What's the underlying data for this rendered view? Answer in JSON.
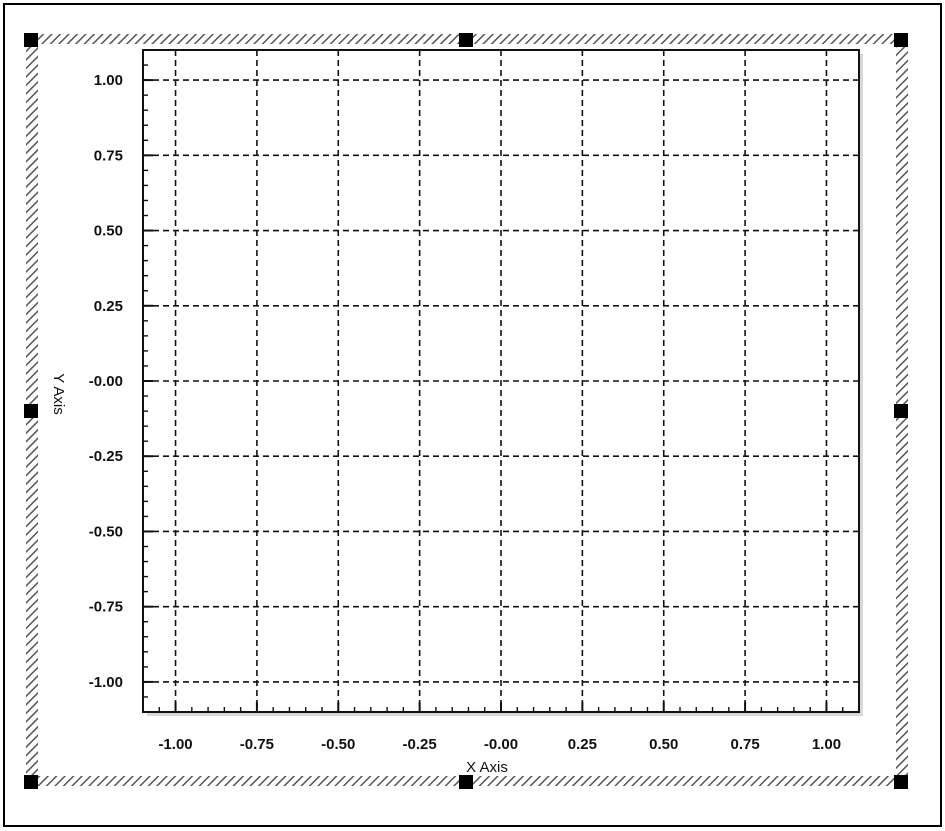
{
  "colors": {
    "frame": "#000000",
    "background": "#ffffff",
    "grid": "#111111",
    "hatch": "#555555",
    "handle": "#000000"
  },
  "chart_data": {
    "type": "scatter",
    "xlabel": "X Axis",
    "ylabel": "Y Axis",
    "xlim": [
      -1.1,
      1.1
    ],
    "ylim": [
      -1.1,
      1.1
    ],
    "x_ticks": [
      -1.0,
      -0.75,
      -0.5,
      -0.25,
      0.0,
      0.25,
      0.5,
      0.75,
      1.0
    ],
    "y_ticks": [
      -1.0,
      -0.75,
      -0.5,
      -0.25,
      0.0,
      0.25,
      0.5,
      0.75,
      1.0
    ],
    "x_tick_labels": [
      "-1.00",
      "-0.75",
      "-0.50",
      "-0.25",
      "-0.00",
      "0.25",
      "0.50",
      "0.75",
      "1.00"
    ],
    "y_tick_labels": [
      "-1.00",
      "-0.75",
      "-0.50",
      "-0.25",
      "-0.00",
      "0.25",
      "0.50",
      "0.75",
      "1.00"
    ],
    "grid": true,
    "grid_style": "dashed",
    "series": []
  }
}
